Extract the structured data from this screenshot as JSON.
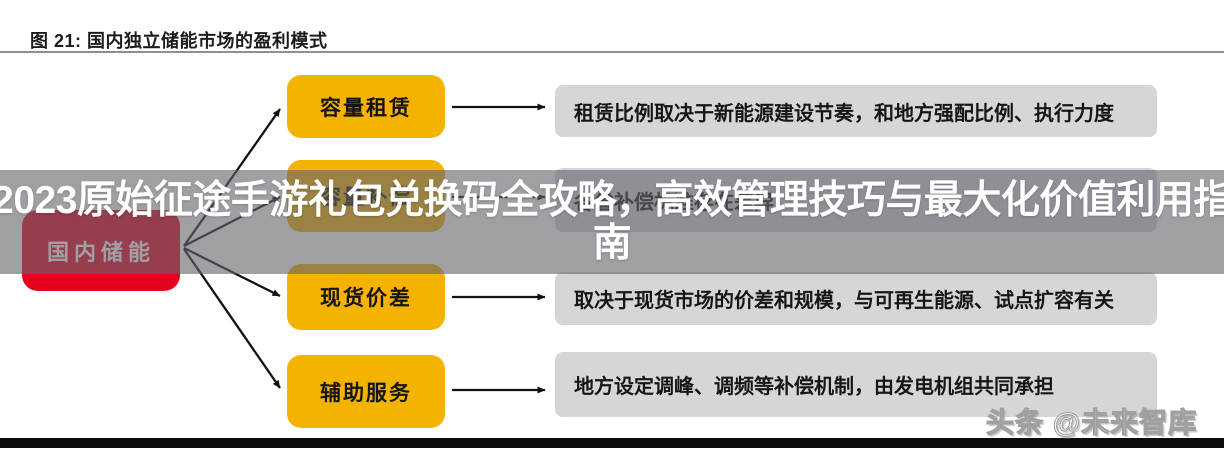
{
  "figure": {
    "title": "图 21:  国内独立储能市场的盈利模式"
  },
  "root": {
    "label": "国内储能"
  },
  "rows": [
    {
      "label": "容量租赁",
      "desc": "租赁比例取决于新能源建设节奏，和地方强配比例、执行力度"
    },
    {
      "label": "容量补偿",
      "desc": "各省补偿标准存在差异"
    },
    {
      "label": "现货价差",
      "desc": "取决于现货市场的价差和规模，与可再生能源、试点扩容有关"
    },
    {
      "label": "辅助服务",
      "desc": "地方设定调峰、调频等补偿机制，由发电机组共同承担"
    }
  ],
  "overlay_banner": {
    "line1": "2023原始征途手游礼包兑换码全攻略，高效管理技巧与最大化价值利用指",
    "line2": "南"
  },
  "watermark": {
    "text": "头条 @未来智库"
  },
  "colors": {
    "node_yellow": "#F5B301",
    "node_red": "#E6001E",
    "desc_gray": "#D6D6D8",
    "banner_gray": "rgba(100,100,108,0.62)",
    "footer_black": "#0D0D0D"
  }
}
